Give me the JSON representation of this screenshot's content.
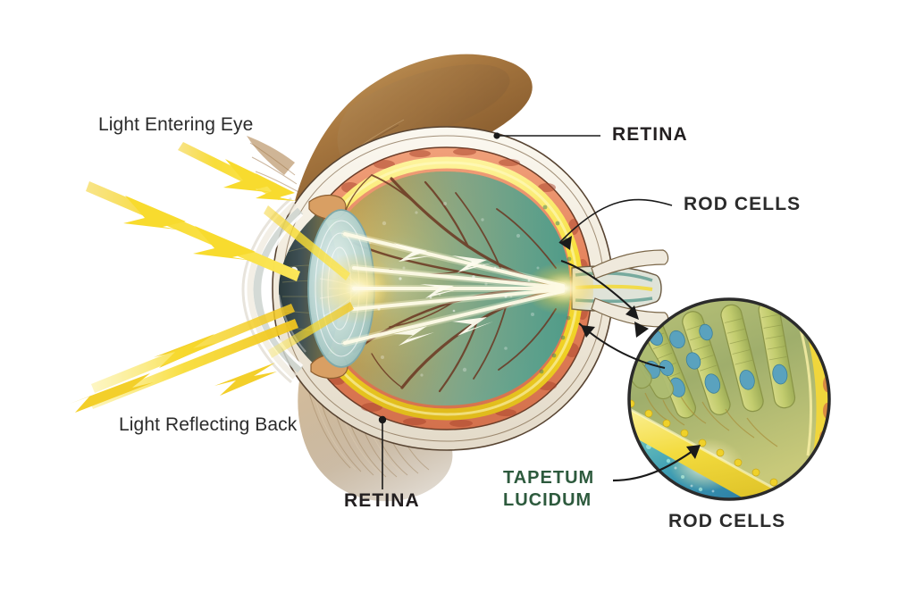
{
  "figure": {
    "subject": "mammalian-eye-cross-section-with-tapetum-lucidum",
    "background_color": "#ffffff"
  },
  "labels": {
    "light_entering": "Light Entering Eye",
    "light_reflecting": "Light Reflecting Back",
    "retina_top": "RETINA",
    "retina_bottom": "RETINA",
    "rod_cells_right": "ROD CELLS",
    "rod_cells_inset": "ROD CELLS",
    "tapetum_line1": "TAPETUM",
    "tapetum_line2": "LUCIDUM"
  },
  "colors": {
    "label_dark": "#231f20",
    "label_body": "#2b2b2b",
    "tapetum_label_green": "#2d5a3d",
    "light_ray_yellow": "#f7d11e",
    "light_ray_yellow_soft": "#fbe46a",
    "tapetum_band": "#f5e03a",
    "choroid_salmon": "#e8825c",
    "sclera_cream": "#f2ece0",
    "retina_teal": "#7fb39a",
    "vitreous_amber": "#d8a23c",
    "lens_blue": "#bcd9db",
    "iris_dark": "#3b4a4a",
    "fur_brown": "#a8753f",
    "leader_line": "#1a1a1a",
    "inset_border": "#2b2b2b",
    "inset_crystal_blue": "#2f7f9e",
    "rod_cell_green": "#c5cc68",
    "rod_nucleus_blue": "#4f9ab5"
  },
  "structures": {
    "eye_layers_outer_to_inner": [
      "sclera",
      "choroid",
      "tapetum lucidum",
      "retina",
      "vitreous"
    ],
    "inset_layers_top_to_bottom": [
      "rod cells",
      "tapetum lucidum",
      "crystal layer"
    ]
  }
}
